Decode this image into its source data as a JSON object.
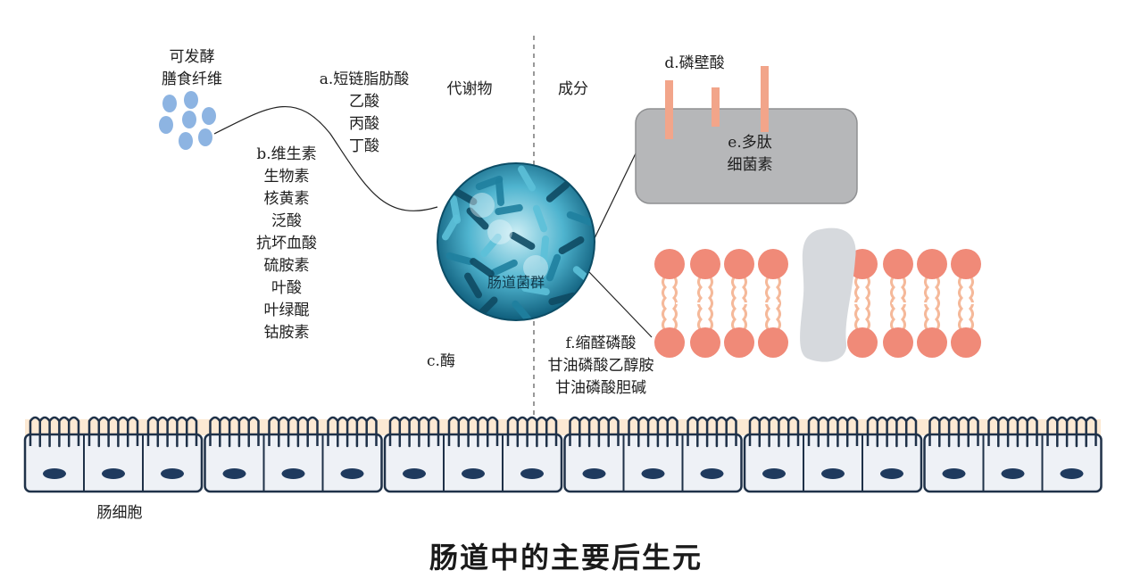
{
  "title": "肠道中的主要后生元",
  "center_label": "肠道菌群",
  "headers": {
    "metabolites": "代谢物",
    "components": "成分"
  },
  "fiber": {
    "lines": [
      "可发酵",
      "膳食纤维"
    ]
  },
  "group_a": {
    "lines": [
      "a.短链脂肪酸",
      "乙酸",
      "丙酸",
      "丁酸"
    ]
  },
  "group_b": {
    "lines": [
      "b.维生素",
      "生物素",
      "核黄素",
      "泛酸",
      "抗坏血酸",
      "硫胺素",
      "叶酸",
      "叶绿醌",
      "钴胺素"
    ]
  },
  "group_c": {
    "lines": [
      "c.酶"
    ]
  },
  "group_d": {
    "lines": [
      "d.磷壁酸"
    ]
  },
  "group_e": {
    "lines": [
      "e.多肽",
      "细菌素"
    ]
  },
  "group_f": {
    "lines": [
      "f.缩醛磷酸",
      "甘油磷酸乙醇胺",
      "甘油磷酸胆碱"
    ]
  },
  "cells_label": "肠细胞",
  "colors": {
    "fiber_dot": "#8db4e2",
    "cell_wall": "#b6b7b9",
    "teichoic": "#f2a58a",
    "lipid_head": "#f08a78",
    "lipid_tail": "#f5b99a",
    "protein": "#d6d9dd",
    "cell_outline": "#1f3148",
    "nucleus": "#1f3a5e",
    "mucus": "#fbe3c8",
    "microbe": "#2c9ab8"
  }
}
